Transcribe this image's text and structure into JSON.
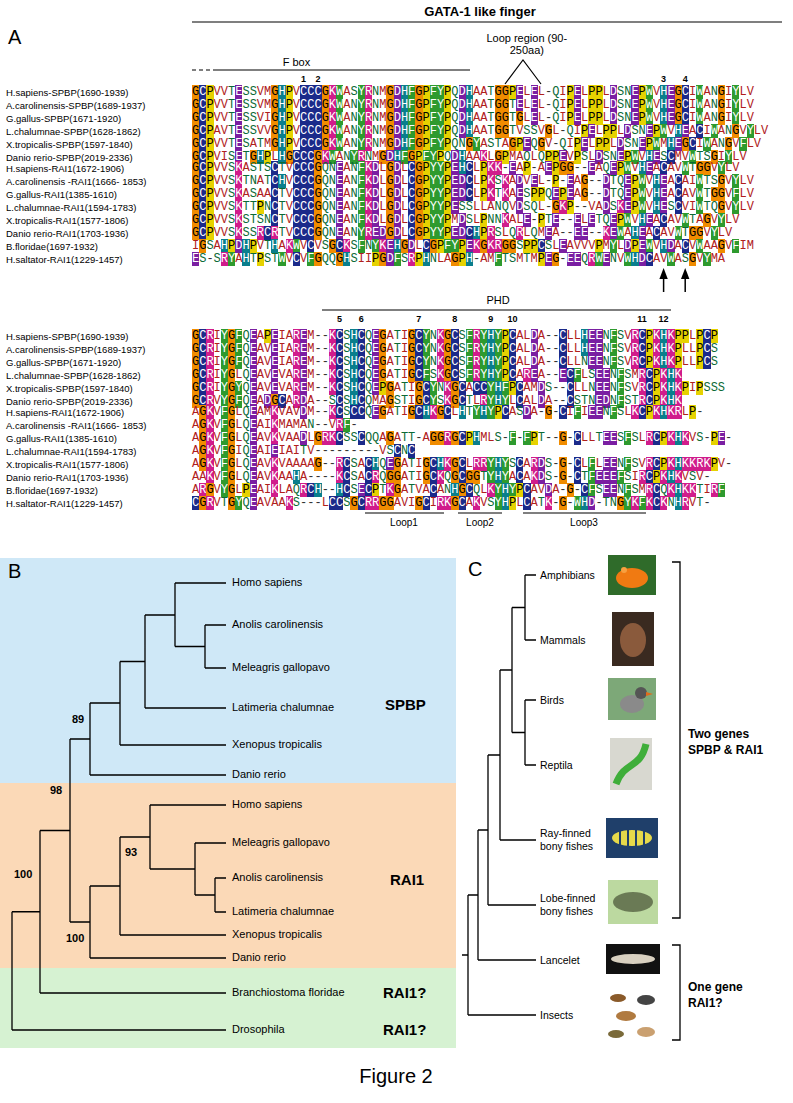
{
  "diagram": {
    "caption": "Figure 2",
    "nodes": [
      {
        "text": [
          "Homo sapiens",
          "Anolis carolinensis",
          "Meleagris gallopavo",
          "Latimeria chalumnae",
          "Xenopus tropicalis",
          "Danio rerio",
          "SPBP"
        ]
      },
      {
        "text": [
          "Homo sapiens",
          "Meleagris gallopavo",
          "Anolis carolinensis",
          "Latimeria chalumnae",
          "Xenopus tropicalis",
          "Danio rerio",
          "RAI1"
        ]
      },
      {
        "text": [
          "Branchiostoma floridae",
          "Drosophila",
          "RAI1?",
          "RAI1?"
        ]
      }
    ],
    "labels": [
      "A",
      "GATA-1 like finger",
      "Loop region (90-250aa)",
      "F box",
      "1",
      "2",
      "3",
      "4",
      "H.sapiens-SPBP(1690-1939)",
      "GCPVVTESSVMGHPVCCCGKWASYRNMGDHFGPFYPQDHAATGGPELEL-QIPELPPLDSNEPWVHEGCIWANGIYLV",
      "A.carolinensis-SPBP(1689-1937)",
      "GCPVVTESSVMGHPVCCCGKWANYRNMGDHFGPFYPQDHAATGGTELEL-QIPELPPLDSNEPWVHEGCIWANGIYLV",
      "G.gallus-SPBP(1671-1920)",
      "GCPVVTESSVIGHPVCCCGKWANYRNMGDHFGPFYPQDHAATGGTGLEL-QIPELPPLDSNEPWVHEGCIWANGIYLV",
      "L.chalumnae-SPBP(1628-1862)",
      "GCPAVTESSVVGHPVCCCGKWANYRNMGDHFGPFYPQDHAATGGTVSSVGL-QIPELPPLDSNEPWVHEACIWANGVYLV",
      "X.tropicalis-SPBP(1597-1840)",
      "GCPVVTESATMGHPVCCCGKWANYRNMGDHFGPFYPQNGYASTAGPEQGV-QIPELPPLDSNEPWMHEGCIWANGVFLV",
      "Danio rerio-SPBP(2019-2336)",
      "GCPVISETGHPLHGCCCGKWANYRNMGDHFGPFYPQDHAAKLGPMAQLQPPEVPSLDSNEPWVHESCMVWTSGIYLV",
      "H.sapiens-RAI1(1672-1906)",
      "GCPVVSKASTSCTVCCCGQNEANFKDLGDLCGPYYPEHCLPKK-EAP-AEPGG--EAQEPWVHEACAVWTGGVYLV",
      "A.carolinensis -RAI1(1666- 1853)",
      "GCPVVSKTNATCHVCCCGQNEANFKDLGDLCGPYYPEDCLPKSKADVEL-P-EAG--DTQEPWVHEACAIWTSGVYLV",
      "G.gallus-RAI1(1385-1610)",
      "GCPVVSKASAACTVCCCGQNEANFKDLGDLCGPYYPEDCLPKTKAESPPQEPEAG--DTQEPWVHEACAVWTGGVFLV",
      "L.chalumnae-RAI1(1594-1783)",
      "GCPVVSKTTPNCTVCCCGQNEANFKDLGDLCGPYYPESSLLANQVDSQL-GKP--VADSKEPWVHESCVIWTQGVYLV",
      "X.tropicalis-RAI1(1577-1806)",
      "GCPVVSKSTSNCTVCCCGQNEANFKDLGDLCGPYYPMDSLPNNKALE-PTE--ELETQEPWVHEACAVWTAGVYLV",
      "Danio rerio-RAI1(1703-1936)",
      "GCPVVSKSSRCRTVCCCGQNEANYREDGDLCGPYYPEDCHPRSLQRLQMEA--EE--KEWAHEACAVWTGGVYLV",
      "B.floridae(1697-1932)",
      "IGSAHPDHPVTHAKWVCVSGCKSFNYKEHGDLCGPFYPEKGKRGGSPPCSLEAVVVPMYLDPEWVHDACVWAAGVFIM",
      "H.saltator-RAI1(1229-1457)",
      "ES-SRYAHTPSTWVCVFGQQGHSIIPGDFSRPHNLAGPH-AMFTSMTMPEG-EEQRWENVWHDCAVWASGVYMA",
      "PHD",
      "5",
      "6",
      "7",
      "8",
      "9",
      "10",
      "11",
      "12",
      "H.sapiens-SPBP(1690-1939)",
      "GCRIYGFQEAPEIAREM--KCSHCQEGATIGCYNKGCSFRYHYPCALDA--CLLHEENFSVRCPKHKPPLPCP",
      "A.carolinensis-SPBP(1689-1937)",
      "GCRIYGFQEAVEIAREM--KCSHCQEGATIGCYNKGCSFRYHYPCALDA--CLLHEENFSVRCPKHKPLLPCS",
      "G.gallus-SPBP(1671-1920)",
      "GCRIYGFQEAVEIAREM--KCSHCQEGATIGCYNKGCSFRYHYPCALDA--CLLNEENFSVRCPKHKPLLPCS",
      "L.chalumnae-SPBP(1628-1862)",
      "GCRIYGLQEAVEVAREM--KCSHCQEGATIGCFSKGCSFRYHYPCAREA--ECFLSEENFSMRCPKHK",
      "X.tropicalis-SPBP(1597-1840)",
      "GCRIYGYQEAVEVAREM--KCSHCQEPGATIGCYNKGCACCYHFPCAMDS--CLLNEENFSVRCPKHKPIPSSS",
      "Danio rerio-SPBP(2019-2336)",
      "GCRVYGFQEADGCARDA--SCSHCQMAGSTIGCYSKGCTLRYHYLCALDA--CSTNEDNFSTRCPKHK",
      "H.sapiens-RAI1(1672-1906)",
      "AGKVFGLQEAMKVAVDM--KCSCCQEGATIGCHKGCLHTYHYPCASDA-G-CIFIEENFSLKCPKHKRLP-",
      "A.carolinensis -RAI1(1666- 1853)",
      "AGKVFGLQEAIKMAMAN--VRF-",
      "G.gallus-RAI1(1385-1610)",
      "AGKVFGLQEAVKVAADLGRKCSSCQQAGATT-AGGRGCPHMLS-F-FPT--G-CLLTEESFSLRCPKHKVS-PE-",
      "L.chalumnae-RAI1(1594-1783)",
      "AGKVFGIQEAIEIAITV---------VSCNC",
      "X.tropicalis-RAI1(1577-1806)",
      "AGKVFGLQEAVKVAAAAG--RCSACHQEGATIGCHKGCLRRYHYSCARDS-G-CLFLEENFSVRCPKHKKRKPV-",
      "Danio rerio-RAI1(1703-1936)",
      "AAKVFGLQEAVKAAHA----KCSACRQGGATIGCKQGCGGTYHYACAKDS-G-CTFEEEFSIRCPKHKVSV-",
      "B.floridae(1697-1932)",
      "ARGVYGLPEAIKLAQRCH--HCSECPTKGATVACANHGCQLKYHYPCAVDA-G-CFSEENFSMRCQKHKKTIRF",
      "H.saltator-RAI1(1229-1457)",
      "CGRVTGYQEAVAAKS---LCCSGCRRGGAVIGCIRKGCAKVSYHPLCATK-G-WHD-TNGYKFKCKNHRVT-",
      "Loop1",
      "Loop2",
      "Loop3",
      "B",
      "89",
      "98",
      "93",
      "100",
      "100",
      "C",
      "Amphibians",
      "Mammals",
      "Birds",
      "Reptila",
      "Ray-finned bony fishes",
      "Lobe-finned bony fishes",
      "Lancelet",
      "Insects",
      "Two genes",
      "SPBP & RAI1",
      "One gene",
      "RAI1?"
    ]
  }
}
